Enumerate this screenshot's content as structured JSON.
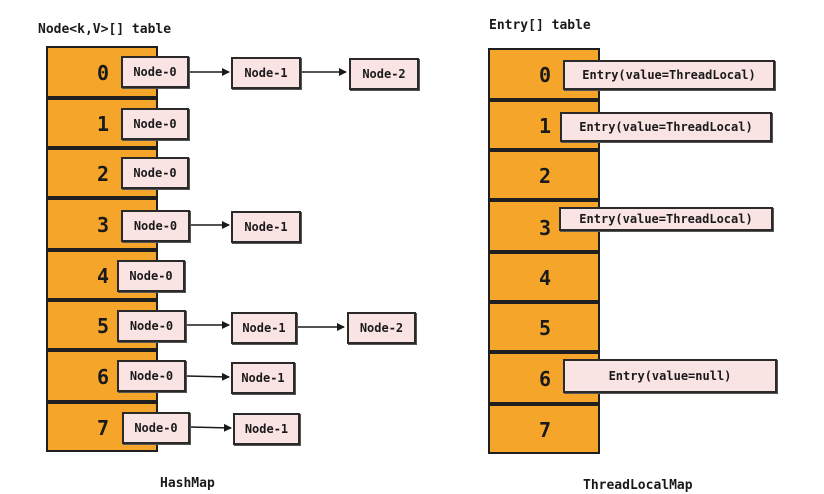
{
  "hashmap": {
    "table_label": "Node<k,V>[] table",
    "caption": "HashMap",
    "indices": [
      "0",
      "1",
      "2",
      "3",
      "4",
      "5",
      "6",
      "7"
    ],
    "chains": [
      [
        "Node-0",
        "Node-1",
        "Node-2"
      ],
      [
        "Node-0"
      ],
      [
        "Node-0"
      ],
      [
        "Node-0",
        "Node-1"
      ],
      [
        "Node-0"
      ],
      [
        "Node-0",
        "Node-1",
        "Node-2"
      ],
      [
        "Node-0",
        "Node-1"
      ],
      [
        "Node-0",
        "Node-1"
      ]
    ]
  },
  "threadlocalmap": {
    "table_label": "Entry[] table",
    "caption": "ThreadLocalMap",
    "indices": [
      "0",
      "1",
      "2",
      "3",
      "4",
      "5",
      "6",
      "7"
    ],
    "entries": [
      "Entry(value=ThreadLocal)",
      "Entry(value=ThreadLocal)",
      "",
      "Entry(value=ThreadLocal)",
      "",
      "",
      "Entry(value=null)",
      ""
    ]
  },
  "colors": {
    "slot_fill": "#f5a52a",
    "box_fill": "#f9e3e3",
    "stroke": "#1f1f1f"
  }
}
